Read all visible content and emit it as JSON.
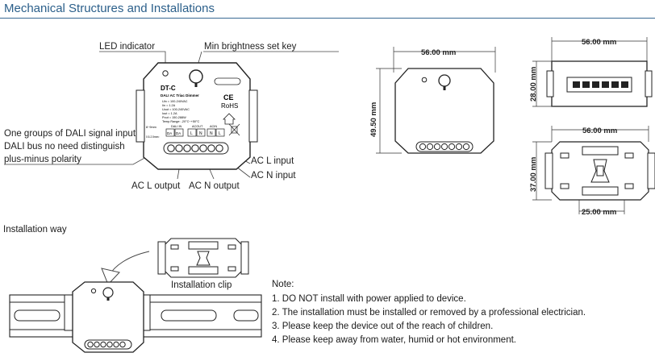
{
  "section_title": "Mechanical Structures and Installations",
  "callouts": {
    "led_indicator": "LED indicator",
    "min_brightness_key": "Min brightness set key",
    "dali_groups_line1": "One groups of DALI signal input",
    "dali_groups_line2": "DALI bus no need  distinguish",
    "dali_groups_line3": "plus-minus polarity",
    "ac_l_input": "AC L input",
    "ac_n_input": "AC N input",
    "ac_l_output": "AC L output",
    "ac_n_output": "AC N output"
  },
  "device_label": {
    "model": "DT-C",
    "name": "DALI AC Triac Dimmer",
    "spec_vin": "Uin  = 100-240VAC",
    "spec_iin": "Iin   = 1.2A",
    "spec_uout": "Uout = 100-240VAC",
    "spec_iout": "Iout  = 1.2A",
    "spec_pout": "Pout  = 150-288W",
    "temp_range": "Temp.Range: -20°C~+50°C",
    "rohs": "RoHS",
    "term_dali": "DALI IN",
    "term_acout": "ACOUT",
    "term_acin": "ACIN",
    "term_da1": "DA",
    "term_da2": "DA",
    "term_l_out": "L",
    "term_n_out": "N",
    "term_n_in": "N",
    "term_l_in": "L",
    "strip_note": "8~9mm",
    "wire_note": "0.5-2.5mm²"
  },
  "dimensions": {
    "front_width": "56.00 mm",
    "front_height": "49.50 mm",
    "side_width": "56.00 mm",
    "side_height": "28.00 mm",
    "back_width": "56.00 mm",
    "back_height": "37.00 mm",
    "back_hole_spacing": "25.00 mm"
  },
  "installation": {
    "title": "Installation way",
    "clip_label": "Installation clip"
  },
  "notes": {
    "title": "Note:",
    "items": [
      "1.  DO NOT install with power applied to device.",
      "2.  The installation must be installed or removed by a professional electrician.",
      "3.  Please keep the device out of the reach of children.",
      "4.  Please keep away from water, humid or hot environment."
    ]
  }
}
